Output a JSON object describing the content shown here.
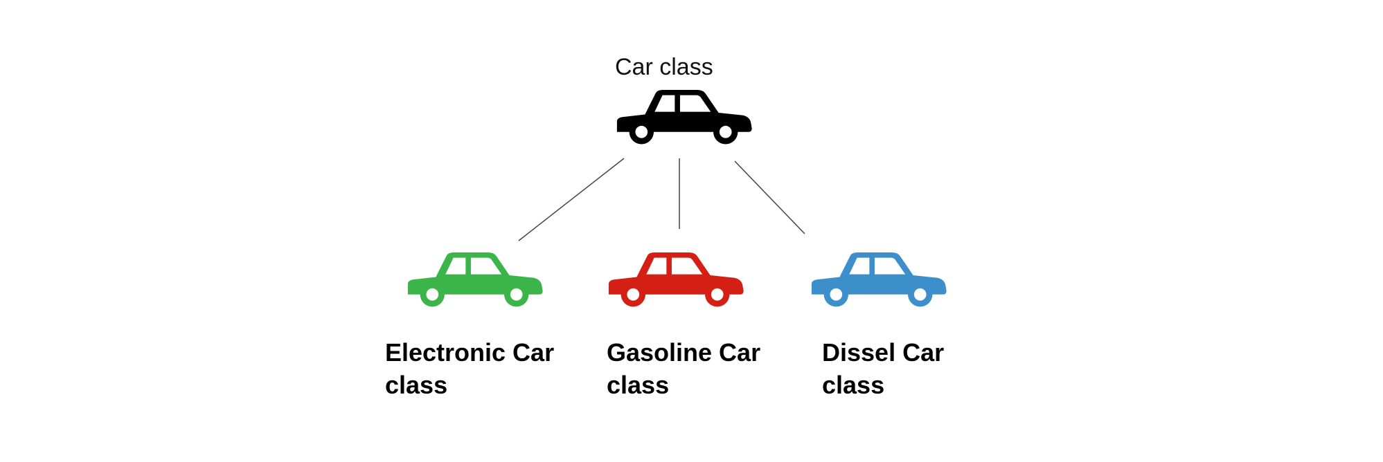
{
  "root": {
    "label": "Car class",
    "color": "#000000"
  },
  "children": [
    {
      "label_line1": "Electronic Car",
      "label_line2": "class",
      "color": "#3bb54a"
    },
    {
      "label_line1": "Gasoline Car",
      "label_line2": "class",
      "color": "#d41f14"
    },
    {
      "label_line1": "Dissel Car",
      "label_line2": "class",
      "color": "#3d8fcc"
    }
  ]
}
